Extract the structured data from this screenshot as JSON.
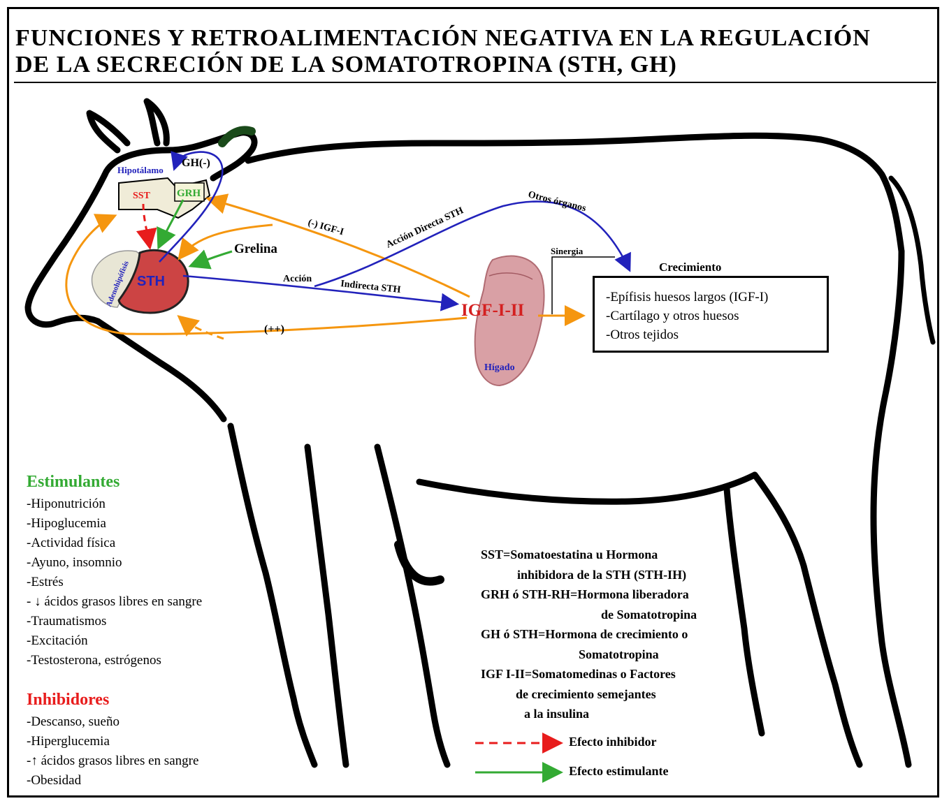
{
  "title": {
    "line1": "FUNCIONES Y RETROALIMENTACIÓN NEGATIVA EN LA REGULACIÓN",
    "line2": "DE LA SECRECIÓN DE LA SOMATOTROPINA (STH, GH)"
  },
  "labels": {
    "hipotalamo": "Hipotálamo",
    "gh_feedback": "GH(-)",
    "sst": "SST",
    "grh": "GRH",
    "adenohipofisis": "Adenohipófisis",
    "sth": "STH",
    "grelina": "Grelina",
    "igf_feedback": "(-) IGF-I",
    "accion_directa": "Acción Directa STH",
    "otros_organos": "Otros órganos",
    "accion": "Acción",
    "indirecta": "Indirecta STH",
    "sinergia": "Sinergia",
    "igf": "IGF-I-II",
    "higado": "Hígado",
    "plus_plus": "(++)",
    "crecimiento": "Crecimiento"
  },
  "crecimiento_box": {
    "items": [
      "-Epífisis huesos largos (IGF-I)",
      "-Cartílago y otros huesos",
      "-Otros tejidos"
    ]
  },
  "estimulantes": {
    "title": "Estimulantes",
    "items": [
      "-Hiponutrición",
      "-Hipoglucemia",
      "-Actividad física",
      "-Ayuno, insomnio",
      "-Estrés",
      "- ↓ ácidos grasos libres en sangre",
      "-Traumatismos",
      "-Excitación",
      "-Testosterona, estrógenos"
    ]
  },
  "inhibidores": {
    "title": "Inhibidores",
    "items": [
      "-Descanso, sueño",
      "-Hiperglucemia",
      "-↑ ácidos grasos libres en sangre",
      "-Obesidad"
    ]
  },
  "glossary": [
    "SST=Somatoestatina u Hormona",
    "inhibidora de la STH (STH-IH)",
    "GRH ó STH-RH=Hormona  liberadora",
    "de Somatotropina",
    "GH ó STH=Hormona de crecimiento o",
    "Somatotropina",
    "IGF I-II=Somatomedinas o Factores",
    "de crecimiento semejantes",
    "a la insulina"
  ],
  "legend": {
    "inhibitor": "Efecto inhibidor",
    "stimulant": "Efecto estimulante"
  },
  "colors": {
    "orange": "#f5960f",
    "blue": "#2222bb",
    "green": "#33aa33",
    "red": "#e81c1c",
    "pituitary": "#cc4444",
    "liver": "#d9a0a5",
    "estimulantes_title": "#33aa33",
    "inhibidores_title": "#e81c1c"
  }
}
